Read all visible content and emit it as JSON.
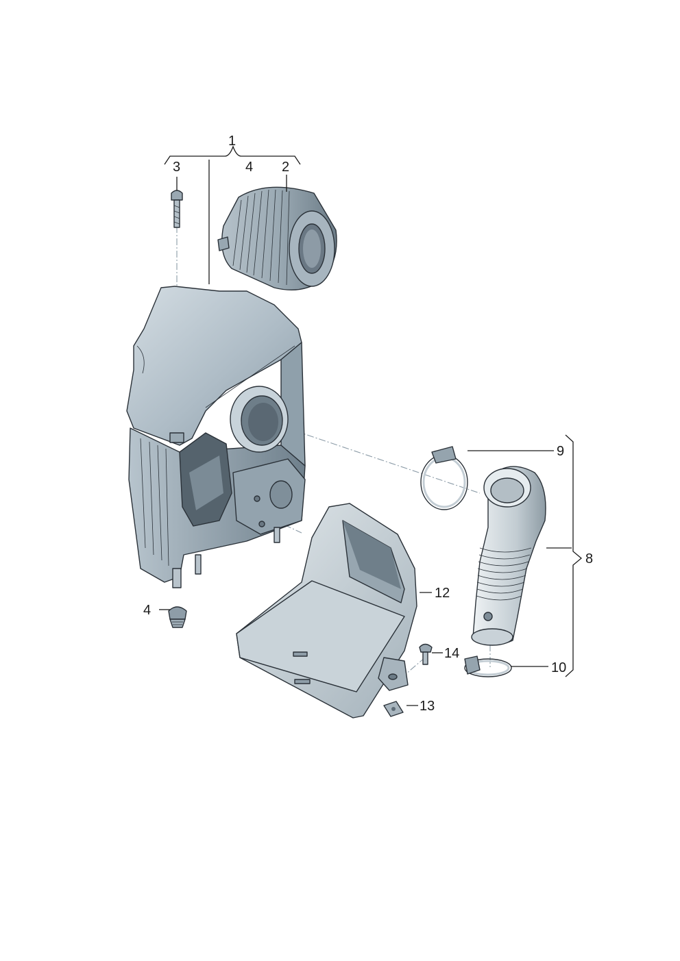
{
  "callouts": {
    "c1": "1",
    "c2": "2",
    "c3": "3",
    "c4_top": "4",
    "c4_bottom": "4",
    "c8": "8",
    "c9": "9",
    "c10": "10",
    "c12": "12",
    "c13": "13",
    "c14": "14"
  },
  "colors": {
    "housing_light": "#c7d2da",
    "housing_mid": "#a9b8c3",
    "housing_dark": "#7d8e9a",
    "shadow": "#55636d",
    "tube_light": "#d9e0e4",
    "tube_mid": "#b5c0c7"
  }
}
